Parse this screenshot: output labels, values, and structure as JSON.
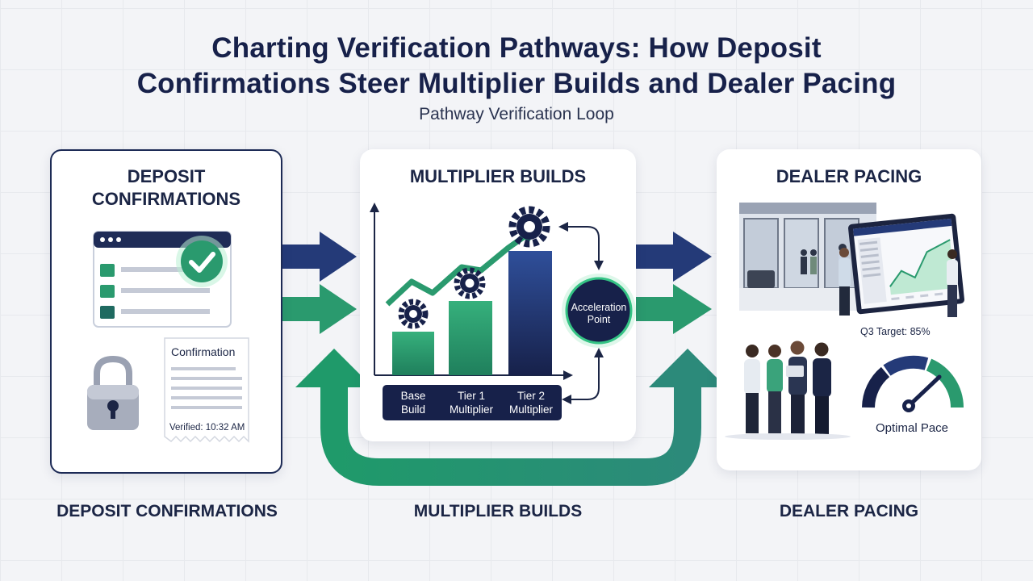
{
  "title_line1": "Charting Verification Pathways: How Deposit",
  "title_line2": "Confirmations Steer Multiplier Builds and Dealer Pacing",
  "subtitle": "Pathway Verification Loop",
  "deposit": {
    "title_line1": "DEPOSIT",
    "title_line2": "CONFIRMATIONS",
    "receipt_title": "Confirmation",
    "receipt_verified": "Verified: 10:32 AM"
  },
  "multiplier": {
    "title": "MULTIPLIER BUILDS",
    "acceleration_line1": "Acceleration",
    "acceleration_line2": "Point",
    "labels": {
      "base_line1": "Base",
      "base_line2": "Build",
      "tier1_line1": "Tier 1",
      "tier1_line2": "Multiplier",
      "tier2_line1": "Tier 2",
      "tier2_line2": "Multiplier"
    }
  },
  "dealer": {
    "title": "DEALER PACING",
    "q3_target": "Q3 Target: 85%",
    "gauge_label": "Optimal Pace"
  },
  "bottom_labels": {
    "deposit": "DEPOSIT CONFIRMATIONS",
    "multiplier": "MULTIPLIER BUILDS",
    "dealer": "DEALER PACING"
  },
  "colors": {
    "navy": "#243a78",
    "green": "#2a9a6e",
    "dark": "#17214a"
  }
}
